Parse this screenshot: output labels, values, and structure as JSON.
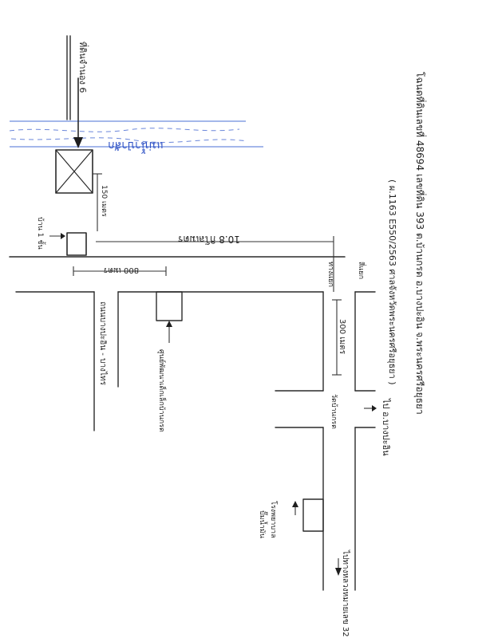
{
  "page": {
    "background": "#ffffff",
    "ink_color": "#1e1e1e",
    "river_color": "#4a6fd6"
  },
  "map": {
    "header_line1": "โฉนดที่ดินเลขที่ 48694 เลขที่ดิน 393 ต.บ้านกรด อ.บางปะอิน จ.พระนครศรีอยุธยา",
    "header_line2": "( ผ.1163 E550/2563 ศาลจังหวัดพระนครศรีอยุธยา )",
    "river_label": "แม่น้ำป่าสัก",
    "top_left_label": "ที่ดินจำนอง 6",
    "house_label": "บ้าน 1 ชั้น",
    "dist_150": "150 เมตร",
    "dist_10_8": "10.8 กิโลเมตร",
    "dist_800": "800 เมตร",
    "dist_300": "300 เมตร",
    "road_left": "ถนนบางปะอิน - บางไทร",
    "school_label": "ศูนย์พัฒนาเด็กเล็กบ้านกรด",
    "junction_right": "สี่แยก",
    "junction_right_sub": "ทางแยก",
    "temple_label": "วัดบ้านกรด",
    "hospital_label": "โรงพยาบาล",
    "right_arrow_label": "ไป อ.บางปะอิน",
    "gas_label": "ปั๊มน้ำมัน",
    "bottom_right_label": "ไปทางหลวงหมายเลข 32"
  }
}
